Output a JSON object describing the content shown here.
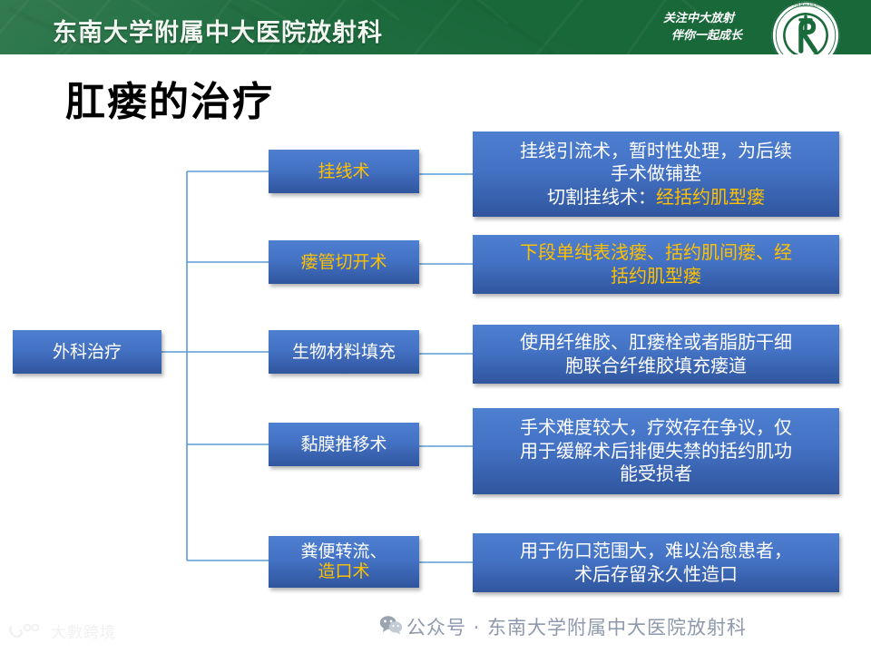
{
  "header": {
    "title": "东南大学附属中大医院放射科",
    "slogan_line1": "关注中大放射",
    "slogan_line2": "伴你一起成长",
    "logo_name": "zhongda-radiology-logo",
    "band_color": "#1a6b3c"
  },
  "slide": {
    "title": "肛瘘的治疗"
  },
  "diagram": {
    "root": {
      "label": "外科治疗",
      "text_color": "#ffffff"
    },
    "node_color": "#4472c4",
    "connector_color": "#5b9bd5",
    "branches": [
      {
        "method": "挂线术",
        "method_color": "#ffc000",
        "detail_lines": [
          {
            "text": "挂线引流术，暂时性处理，为后续",
            "color": "#ffffff"
          },
          {
            "text": "手术做铺垫",
            "color": "#ffffff"
          },
          {
            "text": "切割挂线术：",
            "color": "#ffffff",
            "suffix": "经括约肌型瘘",
            "suffix_color": "#ffc000"
          }
        ]
      },
      {
        "method": "瘘管切开术",
        "method_color": "#ffc000",
        "detail_lines": [
          {
            "text": "下段单纯表浅瘘、括约肌间瘘、经",
            "color": "#ffc000"
          },
          {
            "text": "括约肌型瘘",
            "color": "#ffc000"
          }
        ]
      },
      {
        "method": "生物材料填充",
        "method_color": "#ffffff",
        "detail_lines": [
          {
            "text": "使用纤维胶、肛瘘栓或者脂肪干细",
            "color": "#ffffff"
          },
          {
            "text": "胞联合纤维胶填充瘘道",
            "color": "#ffffff"
          }
        ]
      },
      {
        "method": "黏膜推移术",
        "method_color": "#ffffff",
        "detail_lines": [
          {
            "text": "手术难度较大，疗效存在争议，仅",
            "color": "#ffffff"
          },
          {
            "text": "用于缓解术后排便失禁的括约肌功",
            "color": "#ffffff"
          },
          {
            "text": "能受损者",
            "color": "#ffffff"
          }
        ]
      },
      {
        "method_line1": "粪便转流、",
        "method_line1_color": "#ffffff",
        "method_line2": "造口术",
        "method_line2_color": "#ffc000",
        "detail_lines": [
          {
            "text": "用于伤口范围大，难以治愈患者，",
            "color": "#ffffff"
          },
          {
            "text": "术后存留永久性造口",
            "color": "#ffffff"
          }
        ]
      }
    ]
  },
  "footer": {
    "wechat_icon": "wechat-icon",
    "text": "公众号 · 东南大学附属中大医院放射科",
    "watermark_text": "大數跨境",
    "watermark_icon": "dashukuajing-logo"
  }
}
